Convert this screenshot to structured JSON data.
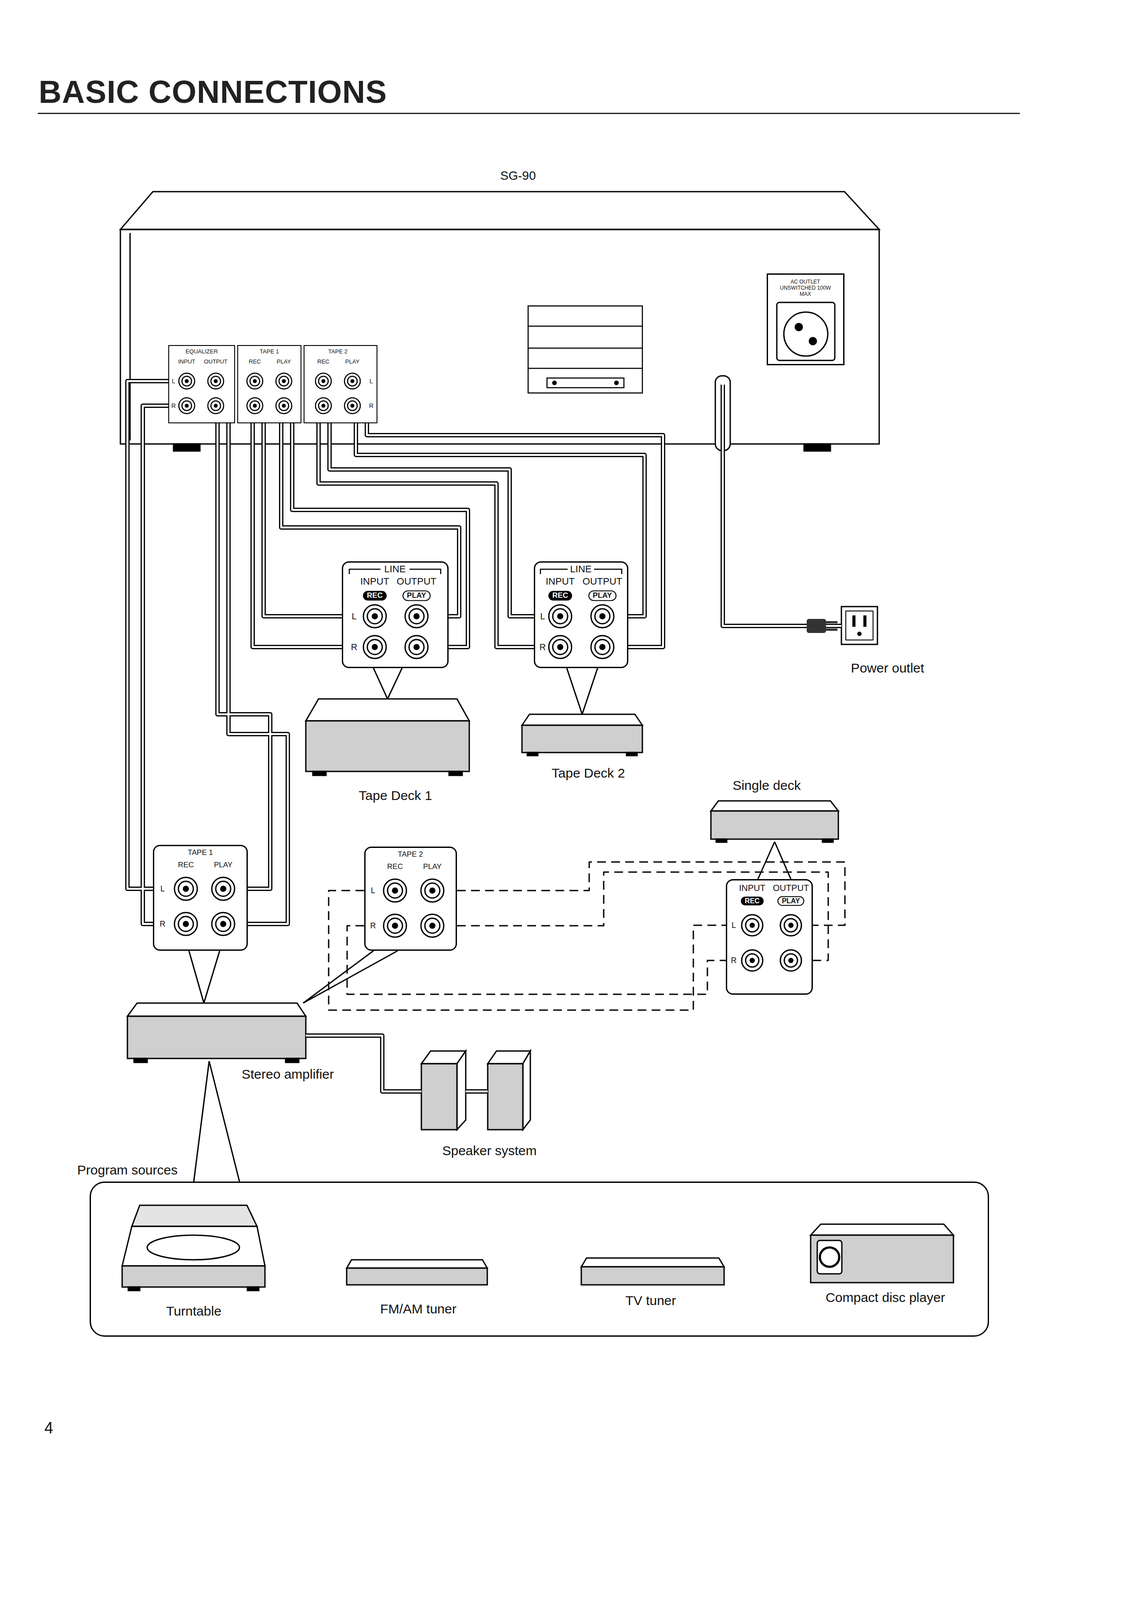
{
  "diagram": {
    "title": "BASIC CONNECTIONS",
    "nodes": [
      {
        "text": [
          "SG-90"
        ]
      },
      {
        "text": [
          "EQUALIZER",
          "INPUT",
          "OUTPUT",
          "L",
          "R"
        ],
        "in": 0
      },
      {
        "text": [
          "TAPE 1",
          "REC",
          "PLAY"
        ],
        "in": 0
      },
      {
        "text": [
          "TAPE 2",
          "REC",
          "PLAY",
          "L",
          "R"
        ],
        "in": 0
      },
      {
        "text": [
          "AC OUTLET UNSWITCHED 100W MAX"
        ],
        "in": 0
      },
      {
        "text": [
          "LINE",
          "INPUT",
          "OUTPUT",
          "REC",
          "PLAY",
          "L",
          "R"
        ]
      },
      {
        "text": [
          "Tape Deck 1"
        ]
      },
      {
        "text": [
          "LINE",
          "INPUT",
          "OUTPUT",
          "REC",
          "PLAY",
          "L",
          "R"
        ]
      },
      {
        "text": [
          "Tape Deck 2"
        ]
      },
      {
        "text": [
          "Power outlet"
        ]
      },
      {
        "text": [
          "Single deck"
        ]
      },
      {
        "text": [
          "INPUT",
          "OUTPUT",
          "REC",
          "PLAY",
          "L",
          "R"
        ]
      },
      {
        "text": [
          "TAPE 1",
          "REC",
          "PLAY",
          "L",
          "R"
        ]
      },
      {
        "text": [
          "TAPE 2",
          "REC",
          "PLAY",
          "L",
          "R"
        ]
      },
      {
        "text": [
          "Stereo amplifier"
        ]
      },
      {
        "text": [
          "Speaker system"
        ]
      },
      {
        "text": [
          "Program sources"
        ]
      },
      {
        "text": [
          "Turntable"
        ],
        "in": 16
      },
      {
        "text": [
          "FM/AM tuner"
        ],
        "in": 16
      },
      {
        "text": [
          "TV tuner"
        ],
        "in": 16
      },
      {
        "text": [
          "Compact disc player"
        ],
        "in": 16
      }
    ],
    "edges": [
      {
        "from": 1,
        "to": 12,
        "arrow": "none"
      },
      {
        "from": 1,
        "to": 12,
        "arrow": "none"
      },
      {
        "from": 2,
        "to": 5,
        "arrow": "none"
      },
      {
        "from": 2,
        "to": 5,
        "arrow": "none"
      },
      {
        "from": 3,
        "to": 7,
        "arrow": "none"
      },
      {
        "from": 3,
        "to": 7,
        "arrow": "none"
      },
      {
        "from": 13,
        "to": 11,
        "arrow": "none"
      },
      {
        "from": 13,
        "to": 11,
        "arrow": "none"
      },
      {
        "from": 0,
        "to": 9,
        "arrow": "none"
      },
      {
        "from": 14,
        "to": 15,
        "arrow": "none"
      },
      {
        "from": 5,
        "to": 6,
        "arrow": "none"
      },
      {
        "from": 7,
        "to": 8,
        "arrow": "none"
      },
      {
        "from": 11,
        "to": 10,
        "arrow": "none"
      },
      {
        "from": 12,
        "to": 14,
        "arrow": "none"
      },
      {
        "from": 13,
        "to": 14,
        "arrow": "none"
      },
      {
        "from": 16,
        "to": 14,
        "arrow": "none"
      }
    ],
    "labels": [
      "4"
    ]
  }
}
